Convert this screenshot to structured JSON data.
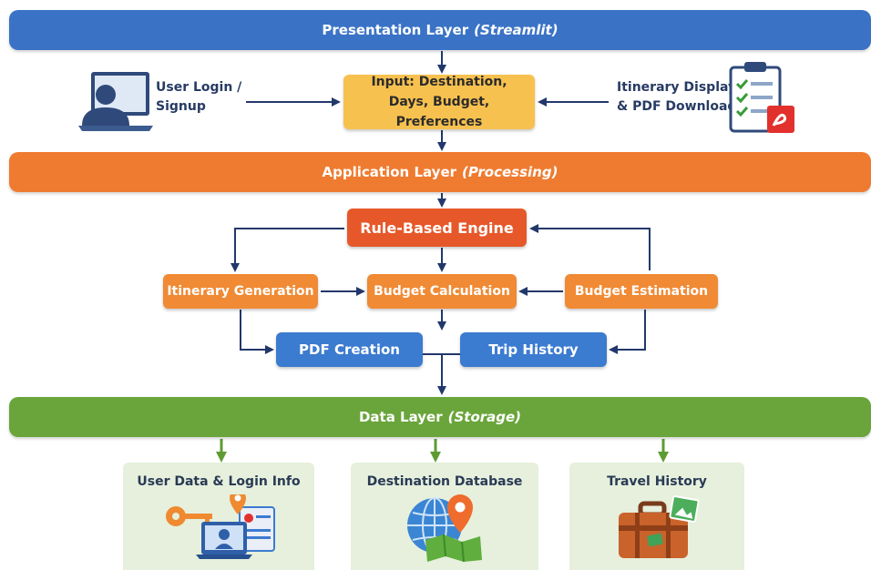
{
  "layers": {
    "presentation": {
      "title": "Presentation Layer",
      "subtitle": "(Streamlit)"
    },
    "application": {
      "title": "Application Layer",
      "subtitle": "(Processing)"
    },
    "data": {
      "title": "Data Layer",
      "subtitle": "(Storage)"
    }
  },
  "presentation": {
    "login": {
      "line1": "User Login /",
      "line2": "Signup",
      "icon": "user-laptop-icon"
    },
    "input": {
      "line1": "Input: Destination,",
      "line2": "Days, Budget, Preferences"
    },
    "display": {
      "line1": "Itinerary Display",
      "line2": "& PDF Download",
      "icon": "clipboard-pdf-icon"
    }
  },
  "application": {
    "engine": "Rule-Based Engine",
    "itinerary_generation": "Itinerary Generation",
    "budget_calculation": "Budget Calculation",
    "budget_estimation": "Budget Estimation",
    "pdf_creation": "PDF Creation",
    "trip_history": "Trip History"
  },
  "storage": [
    {
      "title": "User Data & Login Info",
      "icon": "user-id-card-key-icon"
    },
    {
      "title": "Destination Database",
      "icon": "globe-map-pin-icon"
    },
    {
      "title": "Travel History",
      "icon": "suitcase-icon"
    }
  ],
  "colors": {
    "presentation": "#3a73c6",
    "application": "#ef7b30",
    "data": "#6aa53b",
    "input": "#f7c14f",
    "engine": "#e6582a",
    "process": "#f08a34",
    "output": "#3b7bd0",
    "arrow": "#22386b",
    "arrow_green": "#5e9b32"
  }
}
